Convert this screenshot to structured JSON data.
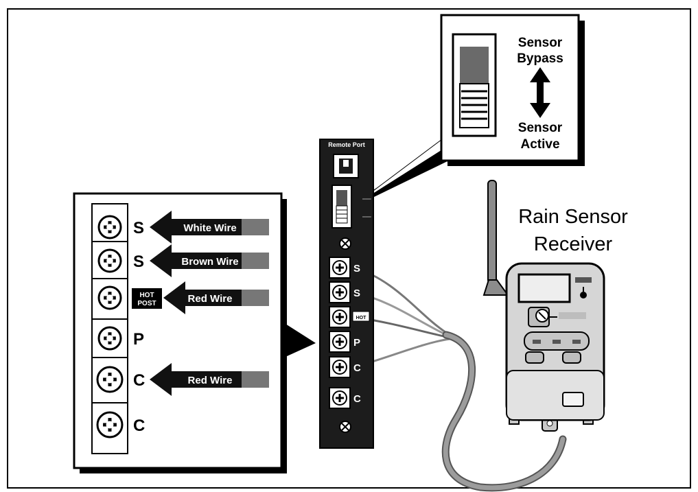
{
  "colors": {
    "background": "#ffffff",
    "panel_dark": "#1c1c1c",
    "arrow_fill": "#111111",
    "wire_gray": "#8a8a8a",
    "receiver_body": "#d6d6d6"
  },
  "terminal_callout": {
    "terminals": [
      {
        "label": "S",
        "wire_label": "White Wire"
      },
      {
        "label": "S",
        "wire_label": "Brown Wire"
      },
      {
        "label": "HOT POST",
        "label_line1": "HOT",
        "label_line2": "POST",
        "wire_label": "Red Wire"
      },
      {
        "label": "P",
        "wire_label": ""
      },
      {
        "label": "C",
        "wire_label": "Red Wire"
      },
      {
        "label": "C",
        "wire_label": ""
      }
    ]
  },
  "switch_callout": {
    "top_label_line1": "Sensor",
    "top_label_line2": "Bypass",
    "bottom_label_line1": "Sensor",
    "bottom_label_line2": "Active"
  },
  "panel": {
    "header": "Remote Port",
    "terminal_labels": [
      "S",
      "S",
      "HOT",
      "P",
      "C",
      "C"
    ]
  },
  "receiver": {
    "title_line1": "Rain Sensor",
    "title_line2": "Receiver"
  },
  "icons": [
    "screw-terminal-icon",
    "left-arrow-icon",
    "double-arrow-icon",
    "antenna-icon",
    "remote-port-jack-icon"
  ]
}
